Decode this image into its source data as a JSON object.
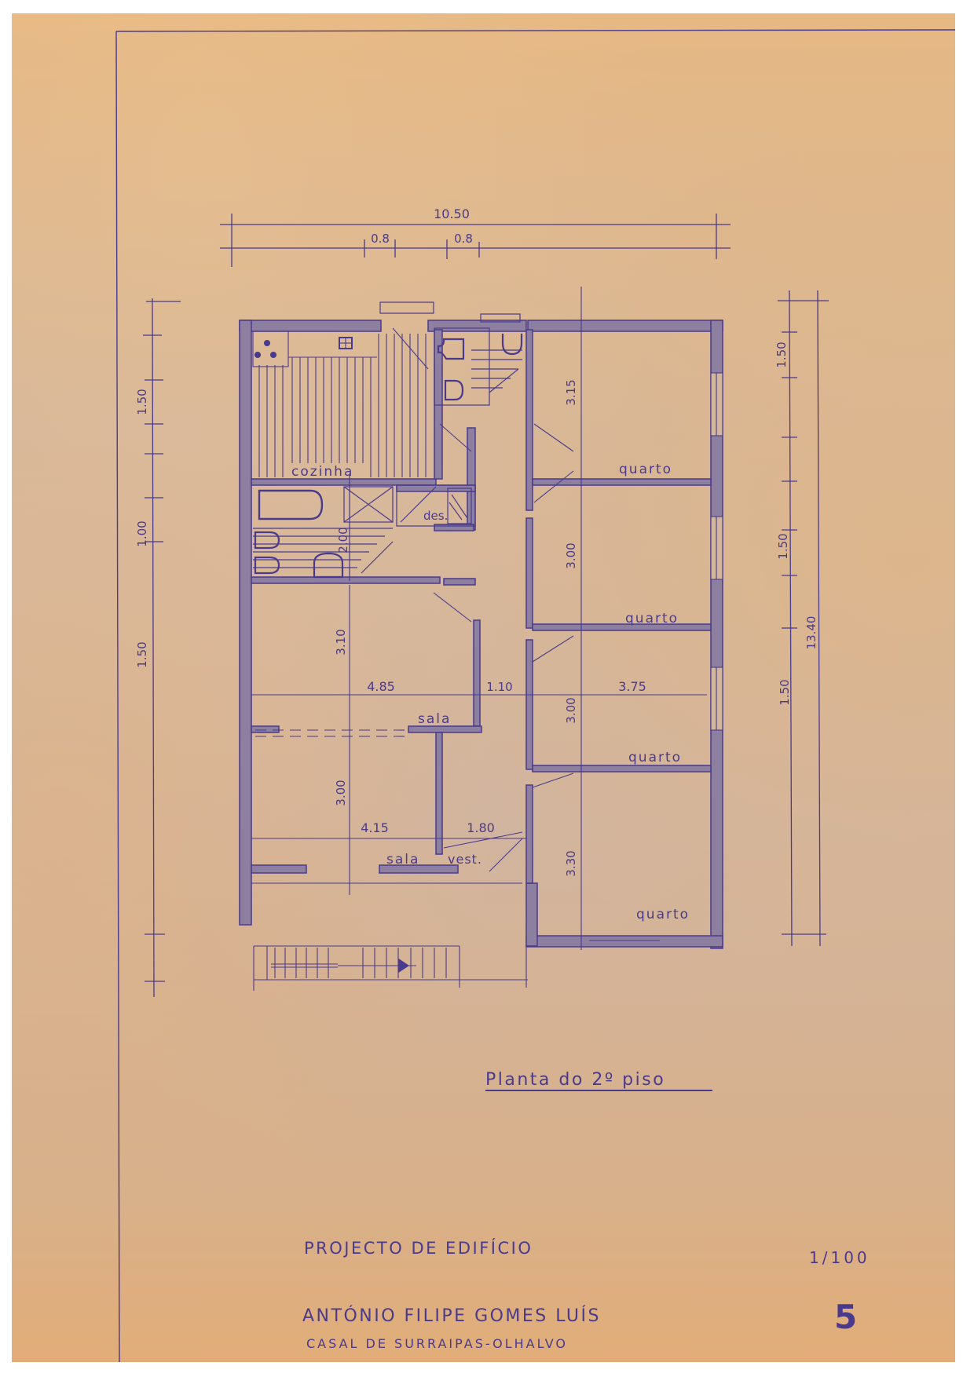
{
  "drawing": {
    "title": "Planta do 2º piso",
    "title_parts": {
      "main": "Planta do 2",
      "ordinal": "º",
      "rest": " piso"
    },
    "scale": "1/100",
    "sheet_number": "5",
    "colors": {
      "paper": "#d6b79a",
      "ink": "#4a3a8c",
      "wall_fill": "#8d7fa0"
    }
  },
  "title_block": {
    "project": "PROJECTO DE EDIFÍCIO",
    "owner": "ANTÓNIO FILIPE GOMES LUÍS",
    "location": "CASAL DE SURRAIPAS-OLHALVO"
  },
  "dimensions": {
    "top_overall": "10.50",
    "top_openings": [
      "0.8",
      "0.8"
    ],
    "left_windows": [
      "1.50",
      "1.00",
      "1.50"
    ],
    "right_windows": [
      "1.50",
      "1.50",
      "1.50"
    ],
    "right_overall": "13.40",
    "bathroom_depth": "2.00",
    "sala_upper_depth": "3.10",
    "sala_upper_width": "4.85",
    "corridor_width": "1.10",
    "quarto_width": "3.75",
    "sala_lower_depth": "3.00",
    "sala_lower_width": "4.15",
    "vest_width": "1.80",
    "quarto1_depth": "3.15",
    "quarto2_depth": "3.00",
    "quarto3_depth": "3.00",
    "quarto4_depth": "3.30"
  },
  "rooms": {
    "kitchen": "cozinha",
    "pantry": "des.",
    "sala_upper": "sala",
    "sala_lower": "sala",
    "vestibule": "vest.",
    "bedrooms": [
      "quarto",
      "quarto",
      "quarto",
      "quarto"
    ]
  }
}
